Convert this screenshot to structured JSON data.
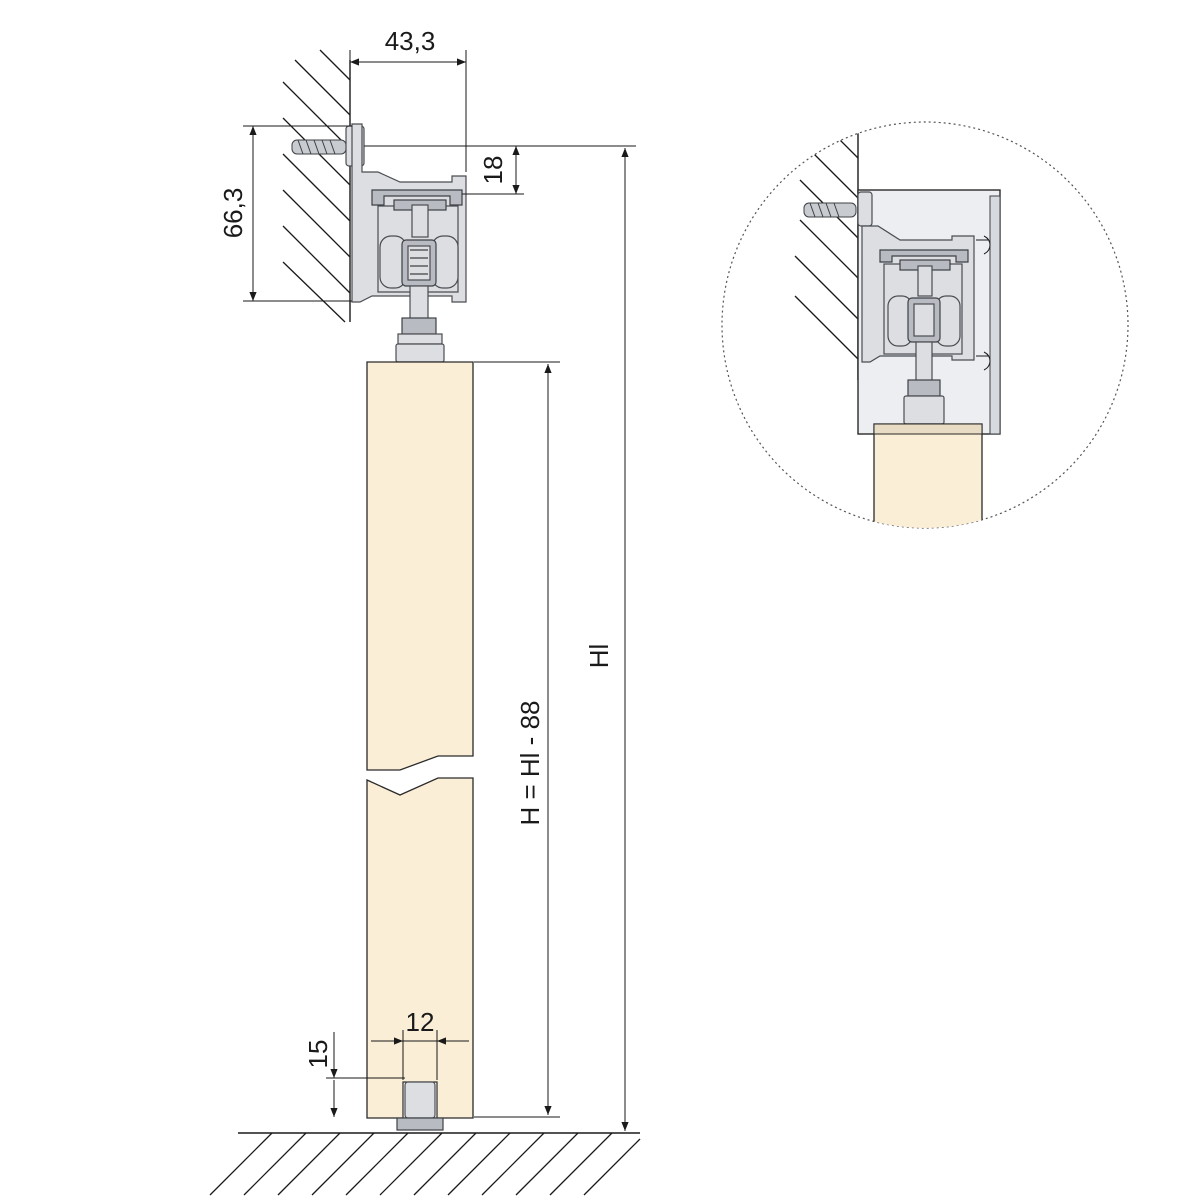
{
  "dimensions": {
    "profile_width": "43,3",
    "profile_height": "66,3",
    "top_offset": "18",
    "guide_width": "12",
    "guide_height": "15",
    "total_height": "Hl",
    "door_height": "H = Hl - 88"
  },
  "colors": {
    "door_wood": "#fbeed7",
    "aluminium_profile": "#dcdee2",
    "line": "#1a1a1a"
  }
}
